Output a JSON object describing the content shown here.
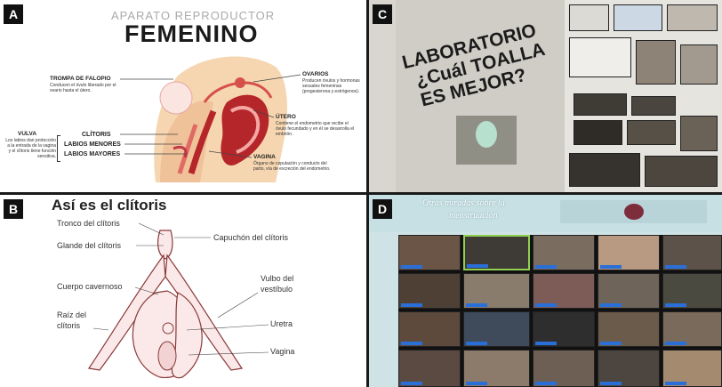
{
  "panels": {
    "a": {
      "letter": "A",
      "supertitle": "APARATO REPRODUCTOR",
      "title": "FEMENINO",
      "trompa": {
        "title": "TROMPA DE FALOPIO",
        "desc": "Conducen el óvulo liberado por el ovario hasta el útero."
      },
      "ovarios": {
        "title": "OVARIOS",
        "desc": "Producen óvulos y hormonas sexuales femeninas (progesterona y estrógenos)."
      },
      "utero": {
        "title": "ÚTERO",
        "desc": "Contiene el endometrio que recibe el óvulo fecundado y en él se desarrolla el embrión."
      },
      "vagina": {
        "title": "VAGINA",
        "desc": "Órgano de copulación y conducto del parto, vía de excreción del endometrio."
      },
      "vulva": {
        "title": "VULVA",
        "desc": "Los labios dan protección a la entrada de la vagina y el clítoris tiene función sensitiva."
      },
      "clitoris": "CLÍTORIS",
      "labios_menores": "LABIOS MENORES",
      "labios_mayores": "LABIOS MAYORES"
    },
    "b": {
      "letter": "B",
      "title": "Así es el clítoris",
      "labels": {
        "tronco": "Tronco del clítoris",
        "glande": "Glande del clítoris",
        "capuchon": "Capuchón del clítoris",
        "cuerpo": "Cuerpo cavernoso",
        "bulbo1": "Vulbo del",
        "bulbo2": "vestíbulo",
        "raiz1": "Raíz del",
        "raiz2": "clítoris",
        "uretra": "Uretra",
        "vagina": "Vagina"
      }
    },
    "c": {
      "letter": "C",
      "line1": "LABORATORIO",
      "line2": "¿Cuál TOALLA",
      "line3": "ES MEJOR?"
    },
    "d": {
      "letter": "D",
      "banner1": "Otras miradas sobre la",
      "banner2": "menstruación"
    }
  },
  "colors": {
    "organ_red": "#b5262b",
    "organ_pink": "#f4a7a3",
    "skin": "#f6d6b0",
    "clitoris_outline": "#8a3a3a"
  }
}
